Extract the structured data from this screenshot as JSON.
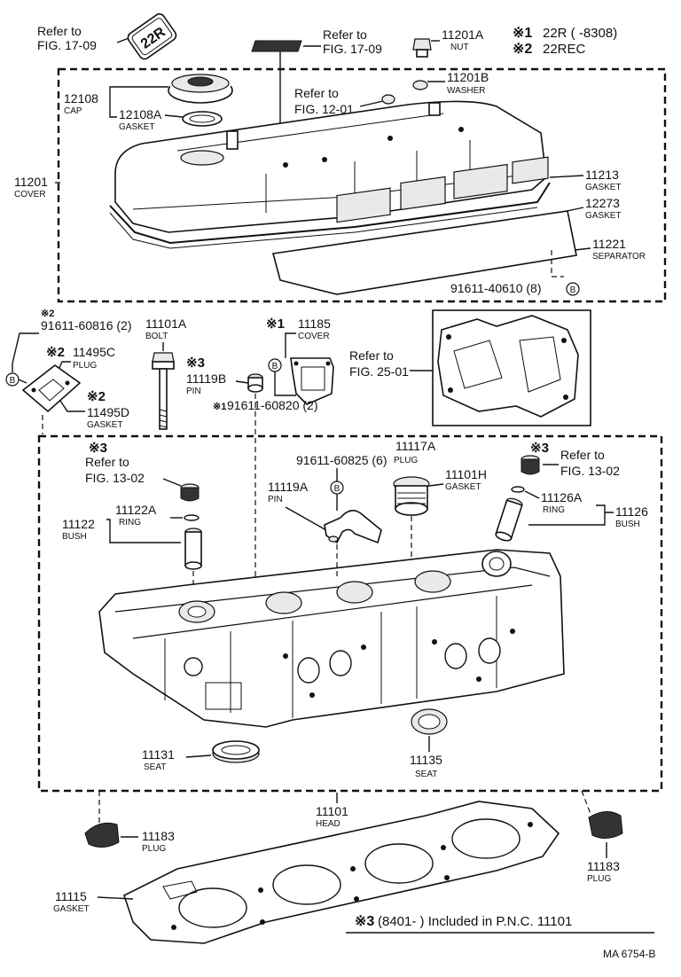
{
  "legend": {
    "note1_mark": "※1",
    "note1_text": "22R (      -8308)",
    "note2_mark": "※2",
    "note2_text": "22REC",
    "note3_mark": "※3",
    "note3_text": "(8401-          ) Included in P.N.C. 11101"
  },
  "badge_text": "22R",
  "drawing_code": "MA  6754-B",
  "refs": {
    "r1": "Refer to",
    "r1b": "FIG. 17-09",
    "r2": "Refer to",
    "r2b": "FIG. 17-09",
    "r3": "Refer to",
    "r3b": "FIG. 12-01",
    "r4": "Refer to",
    "r4b": "FIG. 25-01",
    "r5": "Refer to",
    "r5b": "FIG. 13-02",
    "r6": "Refer to",
    "r6b": "FIG. 13-02"
  },
  "parts": {
    "p11201A": {
      "no": "11201A",
      "name": "NUT"
    },
    "p11201B": {
      "no": "11201B",
      "name": "WASHER"
    },
    "p12108": {
      "no": "12108",
      "name": "CAP"
    },
    "p12108A": {
      "no": "12108A",
      "name": "GASKET"
    },
    "p11201": {
      "no": "11201",
      "name": "COVER"
    },
    "p11213": {
      "no": "11213",
      "name": "GASKET"
    },
    "p12273": {
      "no": "12273",
      "name": "GASKET"
    },
    "p11221": {
      "no": "11221",
      "name": "SEPARATOR"
    },
    "p91611_40610": {
      "no": "91611-40610 (8)",
      "mark": "B"
    },
    "p91611_60816": {
      "mark": "※2",
      "no": "91611-60816 (2)"
    },
    "p11101A": {
      "no": "11101A",
      "name": "BOLT"
    },
    "p11185": {
      "mark": "※1",
      "no": "11185",
      "name": "COVER"
    },
    "p11495C": {
      "mark": "※2",
      "no": "11495C",
      "name": "PLUG"
    },
    "p11119B": {
      "mark": "※3",
      "no": "11119B",
      "name": "PIN"
    },
    "p11495D": {
      "mark": "※2",
      "no": "11495D",
      "name": "GASKET"
    },
    "p91611_60820": {
      "mark": "※1",
      "no": "91611-60820 (2)"
    },
    "p11117A": {
      "no": "11117A",
      "name": "PLUG"
    },
    "p91611_60825": {
      "no": "91611-60825 (6)"
    },
    "p11101H": {
      "no": "11101H",
      "name": "GASKET"
    },
    "p11119A": {
      "no": "11119A",
      "name": "PIN"
    },
    "p11122A": {
      "no": "11122A",
      "name": "RING"
    },
    "p11122": {
      "no": "11122",
      "name": "BUSH"
    },
    "p11126A": {
      "no": "11126A",
      "name": "RING"
    },
    "p11126": {
      "no": "11126",
      "name": "BUSH"
    },
    "p11131": {
      "no": "11131",
      "name": "SEAT"
    },
    "p11135": {
      "no": "11135",
      "name": "SEAT"
    },
    "p11101": {
      "no": "11101",
      "name": "HEAD"
    },
    "p11183L": {
      "no": "11183",
      "name": "PLUG"
    },
    "p11183R": {
      "no": "11183",
      "name": "PLUG"
    },
    "p11115": {
      "no": "11115",
      "name": "GASKET"
    }
  },
  "marks": {
    "m3a": "※3",
    "m3b": "※3",
    "bolt_mark": "B"
  }
}
